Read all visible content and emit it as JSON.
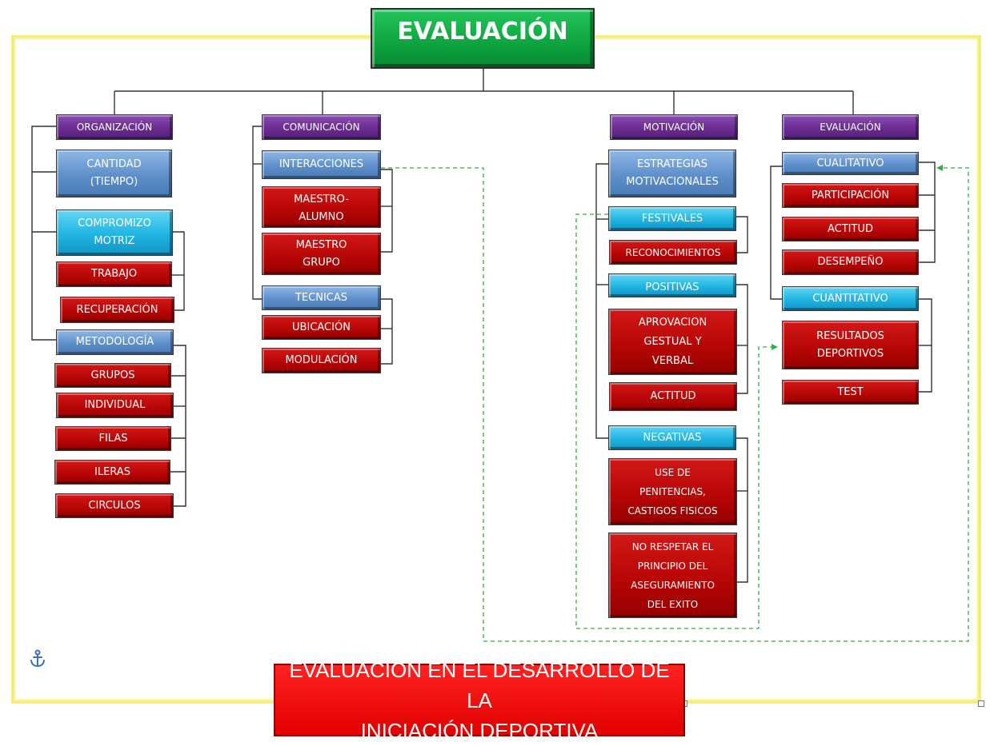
{
  "title": "EVALUACIÓN",
  "footer": "EVALUACIÓN EN EL DESARROLLO DE LA\nINICIACIÓN DEPORTIVA",
  "branches": {
    "organizacion": {
      "header": "ORGANIZACIÓN",
      "cantidad": "CANTIDAD\n(TIEMPO)",
      "compromizo": "COMPROMIZO\nMOTRIZ",
      "trabajo": "TRABAJO",
      "recuperacion": "RECUPERACIÓN",
      "metodologia": "METODOLOGÍA",
      "grupos": "GRUPOS",
      "individual": "INDIVIDUAL",
      "filas": "FILAS",
      "ileras": "ILERAS",
      "circulos": "CIRCULOS"
    },
    "comunicacion": {
      "header": "COMUNICACIÓN",
      "interacciones": "INTERACCIONES",
      "maestro_alumno": "MAESTRO-\nALUMNO",
      "maestro_grupo": "MAESTRO\nGRUPO",
      "tecnicas": "TECNICAS",
      "ubicacion": "UBICACIÓN",
      "modulacion": "MODULACIÓN"
    },
    "motivacion": {
      "header": "MOTIVACIÓN",
      "estrategias": "ESTRATEGIAS\nMOTIVACIONALES",
      "festivales": "FESTIVALES",
      "reconocimientos": "RECONOCIMIENTOS",
      "positivas": "POSITIVAS",
      "aprovacion": "APROVACION\nGESTUAL Y\nVERBAL",
      "actitud": "ACTITUD",
      "negativas": "NEGATIVAS",
      "penitencias": "USE DE\nPENITENCIAS,\nCASTIGOS FISICOS",
      "no_respetar": "NO RESPETAR EL\nPRINCIPIO DEL\nASEGURAMIENTO\nDEL EXITO"
    },
    "evaluacion": {
      "header": "EVALUACIÓN",
      "cualitativo": "CUALITATIVO",
      "participacion": "PARTICIPACIÓN",
      "actitud": "ACTITUD",
      "desempeno": "DESEMPEÑO",
      "cuantitativo": "CUANTITATIVO",
      "resultados": "RESULTADOS\nDEPORTIVOS",
      "test": "TEST"
    }
  },
  "colors": {
    "title": "#0ea33e",
    "header": "#6a2b92",
    "light_blue": "#5e8fcb",
    "cyan": "#1fb4e2",
    "red": "#b80606",
    "footer": "#e20000",
    "frame": "#f4ef7c",
    "connector_dashed": "#2fb04a"
  },
  "icons": {
    "anchor": "anchor-icon"
  }
}
